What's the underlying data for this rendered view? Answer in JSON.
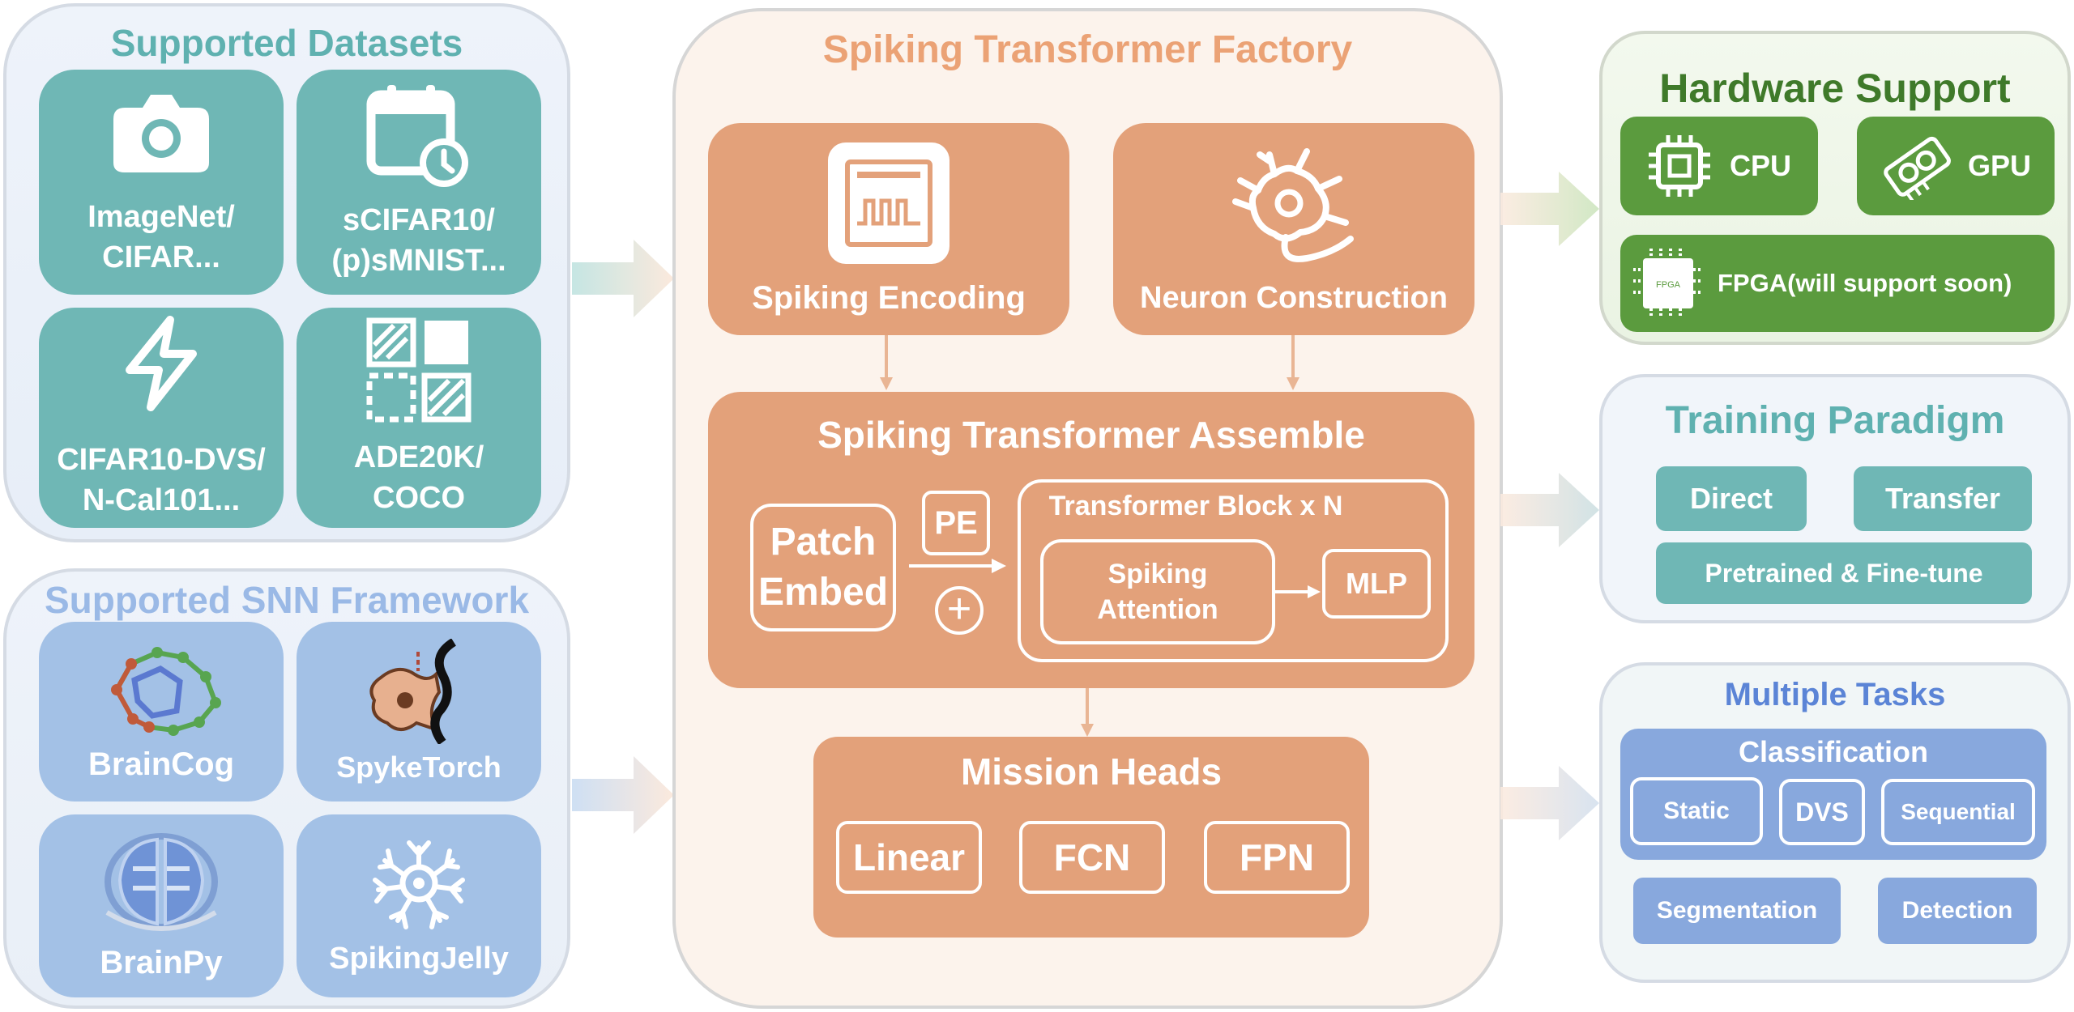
{
  "colors": {
    "teal": "#6fb7b5",
    "teal_title": "#5fb1b0",
    "light_blue_card": "#a3c1e6",
    "snn_title": "#9ab9e6",
    "orange": "#e3a17a",
    "factory_title": "#eba275",
    "green": "#5b9b3e",
    "tasks_blue": "#88a8dd",
    "tasks_title": "#5b84d6"
  },
  "datasets": {
    "title": "Supported Datasets",
    "items": [
      {
        "icon": "camera-icon",
        "line1": "ImageNet/",
        "line2": "CIFAR..."
      },
      {
        "icon": "calendar-clock-icon",
        "line1": "sCIFAR10/",
        "line2": "(p)sMNIST..."
      },
      {
        "icon": "lightning-icon",
        "line1": "CIFAR10-DVS/",
        "line2": "N-Cal101..."
      },
      {
        "icon": "segmentation-grid-icon",
        "line1": "ADE20K/",
        "line2": "COCO"
      }
    ]
  },
  "frameworks": {
    "title": "Supported SNN Framework",
    "items": [
      {
        "icon": "braincog-logo",
        "label": "BrainCog"
      },
      {
        "icon": "spyketorch-logo",
        "label": "SpykeTorch"
      },
      {
        "icon": "brainpy-logo",
        "label": "BrainPy"
      },
      {
        "icon": "spikingjelly-logo",
        "label": "SpikingJelly"
      }
    ]
  },
  "factory": {
    "title": "Spiking Transformer Factory",
    "encoding": {
      "icon": "spike-train-icon",
      "label": "Spiking Encoding"
    },
    "neuron": {
      "icon": "neuron-icon",
      "label": "Neuron Construction"
    },
    "assemble": {
      "title": "Spiking Transformer Assemble",
      "patch_line1": "Patch",
      "patch_line2": "Embed",
      "pe": "PE",
      "plus": "+",
      "block_title": "Transformer Block x N",
      "attention_line1": "Spiking",
      "attention_line2": "Attention",
      "mlp": "MLP"
    },
    "heads": {
      "title": "Mission Heads",
      "items": [
        "Linear",
        "FCN",
        "FPN"
      ]
    }
  },
  "hardware": {
    "title": "Hardware Support",
    "cpu": {
      "icon": "cpu-chip-icon",
      "label": "CPU"
    },
    "gpu": {
      "icon": "gpu-card-icon",
      "label": "GPU"
    },
    "fpga": {
      "icon": "fpga-chip-icon",
      "icon_text": "FPGA",
      "label": "FPGA(will support soon)"
    }
  },
  "training": {
    "title": "Training Paradigm",
    "direct": "Direct",
    "transfer": "Transfer",
    "pretrained": "Pretrained & Fine-tune"
  },
  "tasks": {
    "title": "Multiple Tasks",
    "classification": {
      "title": "Classification",
      "items": [
        "Static",
        "DVS",
        "Sequential"
      ]
    },
    "segmentation": "Segmentation",
    "detection": "Detection"
  }
}
